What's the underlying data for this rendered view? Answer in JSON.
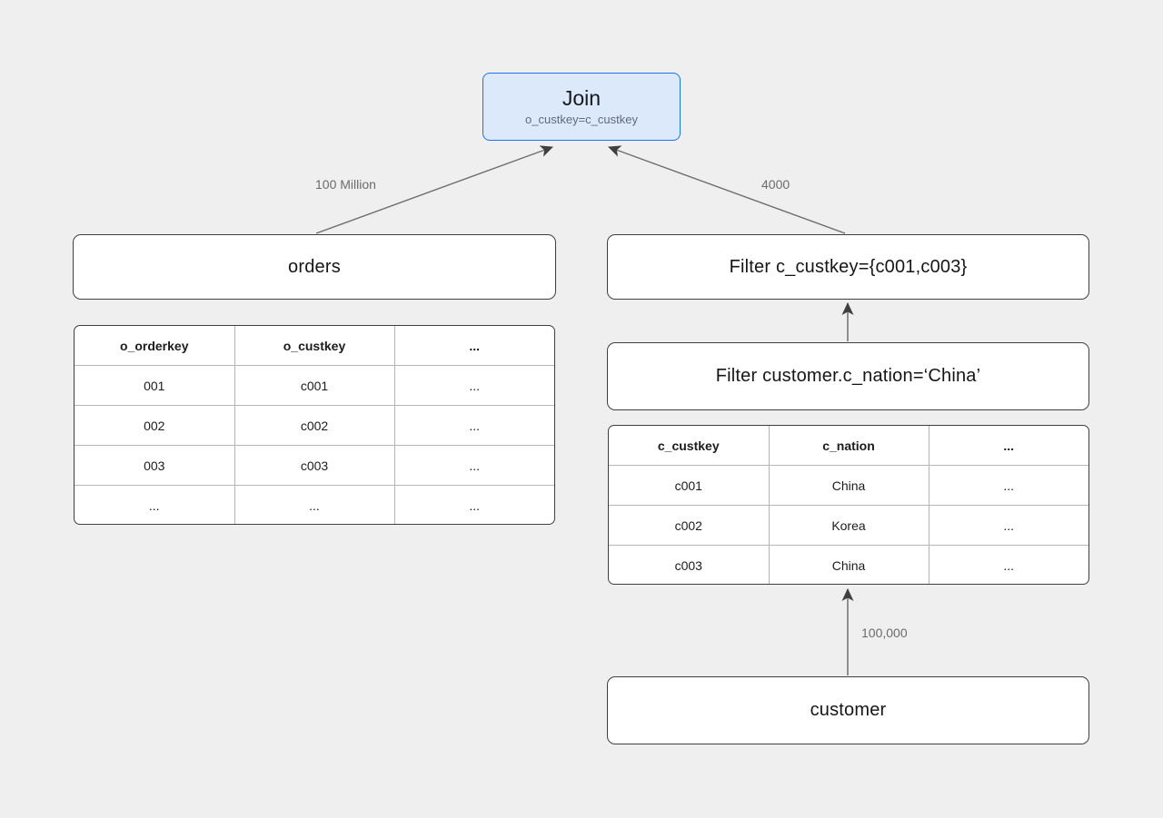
{
  "diagram_title": "join-query-plan",
  "colors": {
    "background": "#efeff0",
    "join_fill": "#dce9fb",
    "join_border": "#1a73e8",
    "node_fill": "#ffffff",
    "node_border": "#3f3f3f",
    "table_grid": "#b5b5b5",
    "arrow_line": "#6e6e6e",
    "arrow_head": "#3f3f3f",
    "edge_label_text": "#6b6b6b"
  },
  "join_node": {
    "title": "Join",
    "condition": "o_custkey=c_custkey"
  },
  "edges": {
    "orders_to_join_label": "100 Million",
    "filter_to_join_label": "4000",
    "customer_to_table_label": "100,000"
  },
  "orders_node": {
    "label": "orders"
  },
  "orders_table": {
    "headers": [
      "o_orderkey",
      "o_custkey",
      "..."
    ],
    "rows": [
      [
        "001",
        "c001",
        "..."
      ],
      [
        "002",
        "c002",
        "..."
      ],
      [
        "003",
        "c003",
        "..."
      ],
      [
        "...",
        "...",
        "..."
      ]
    ]
  },
  "filter_custkey_node": {
    "label": "Filter c_custkey={c001,c003}"
  },
  "filter_nation_node": {
    "label": "Filter customer.c_nation=‘China’"
  },
  "customer_table": {
    "headers": [
      "c_custkey",
      "c_nation",
      "..."
    ],
    "rows": [
      [
        "c001",
        "China",
        "..."
      ],
      [
        "c002",
        "Korea",
        "..."
      ],
      [
        "c003",
        "China",
        "..."
      ]
    ]
  },
  "customer_node": {
    "label": "customer"
  }
}
